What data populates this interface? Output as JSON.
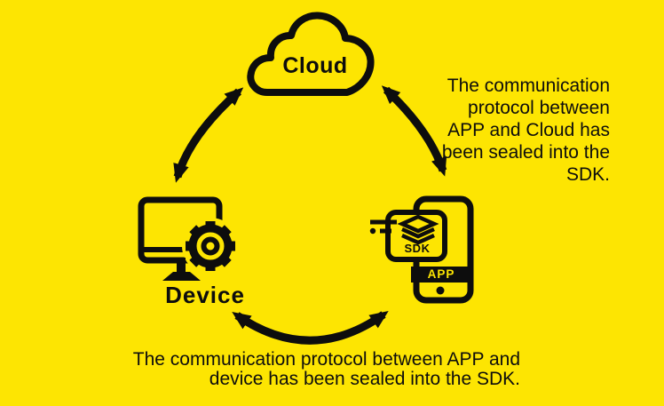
{
  "canvas": {
    "background": "#FDE502",
    "ink": "#0D0D0D"
  },
  "nodes": {
    "cloud": {
      "label": "Cloud"
    },
    "device": {
      "label": "Device"
    },
    "app": {
      "sdk_label": "SDK",
      "app_label": "APP"
    }
  },
  "connections": [
    {
      "from": "Device",
      "to": "Cloud",
      "type": "bidirectional-arrow"
    },
    {
      "from": "Cloud",
      "to": "APP",
      "type": "bidirectional-arrow"
    },
    {
      "from": "Device",
      "to": "APP",
      "type": "bidirectional-arrow"
    }
  ],
  "annotations": {
    "cloud_app": {
      "text": "The communication protocol between APP and Cloud has been sealed into the SDK.",
      "lines": [
        "The communication",
        "protocol between",
        "APP and Cloud has",
        "been sealed into the",
        "SDK."
      ]
    },
    "device_app": {
      "text": "The communication protocol between APP and device has been sealed into the SDK.",
      "lines": [
        "The communication protocol between APP and",
        "device has been sealed into the SDK."
      ]
    }
  }
}
